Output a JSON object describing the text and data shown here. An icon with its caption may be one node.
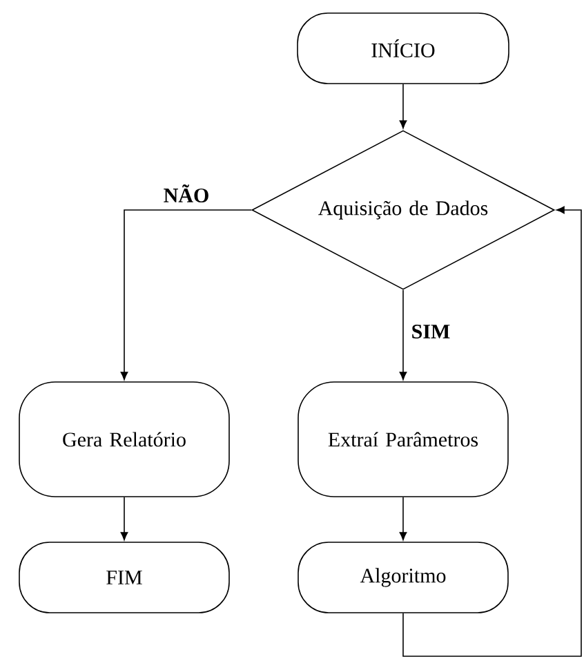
{
  "diagram": {
    "nodes": [
      {
        "text": [
          "INÍCIO"
        ]
      },
      {
        "text": [
          "Aquisição de Dados"
        ]
      },
      {
        "text": [
          "Gera Relatório"
        ]
      },
      {
        "text": [
          "Extraí Parâmetros"
        ]
      },
      {
        "text": [
          "FIM"
        ]
      },
      {
        "text": [
          "Algoritmo"
        ]
      }
    ],
    "edges": [
      {
        "from": 0,
        "to": 1,
        "arrow": "to"
      },
      {
        "from": 1,
        "to": 2,
        "arrow": "to",
        "label": "NÃO"
      },
      {
        "from": 1,
        "to": 3,
        "arrow": "to",
        "label": "SIM"
      },
      {
        "from": 2,
        "to": 4,
        "arrow": "to"
      },
      {
        "from": 3,
        "to": 5,
        "arrow": "to"
      },
      {
        "from": 5,
        "to": 1,
        "arrow": "to"
      }
    ]
  }
}
